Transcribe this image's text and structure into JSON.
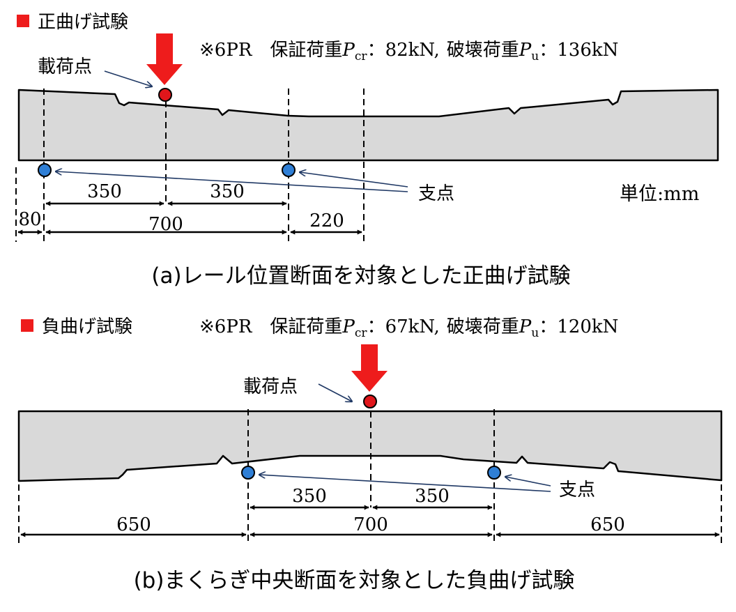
{
  "colors": {
    "legend_square": "#ee1c1c",
    "load_arrow": "#ee1c1c",
    "load_point": "#e0161b",
    "support_point": "#2f7fd6",
    "beam_fill": "#d9d9d9",
    "leader": "#1f3864"
  },
  "panel_a": {
    "legend_label": "正曲げ試験",
    "spec_prefix": "※6PR　保証荷重",
    "pcr_symbol": "P",
    "pcr_sub": "cr",
    "pcr_value": "：82kN,",
    "pu_prefix": "破壊荷重",
    "pu_symbol": "P",
    "pu_sub": "u",
    "pu_value": "：136kN",
    "load_point_label": "載荷点",
    "support_label": "支点",
    "unit_label": "単位:mm",
    "dims": [
      "80",
      "350",
      "350",
      "700",
      "220"
    ],
    "caption": "(a)レール位置断面を対象とした正曲げ試験"
  },
  "panel_b": {
    "legend_label": "負曲げ試験",
    "spec_prefix": "※6PR　保証荷重",
    "pcr_symbol": "P",
    "pcr_sub": "cr",
    "pcr_value": "：67kN,",
    "pu_prefix": "破壊荷重",
    "pu_symbol": "P",
    "pu_sub": "u",
    "pu_value": "：120kN",
    "load_point_label": "載荷点",
    "support_label": "支点",
    "dims": [
      "650",
      "350",
      "350",
      "700",
      "650"
    ],
    "caption": "(b)まくらぎ中央断面を対象とした負曲げ試験"
  }
}
